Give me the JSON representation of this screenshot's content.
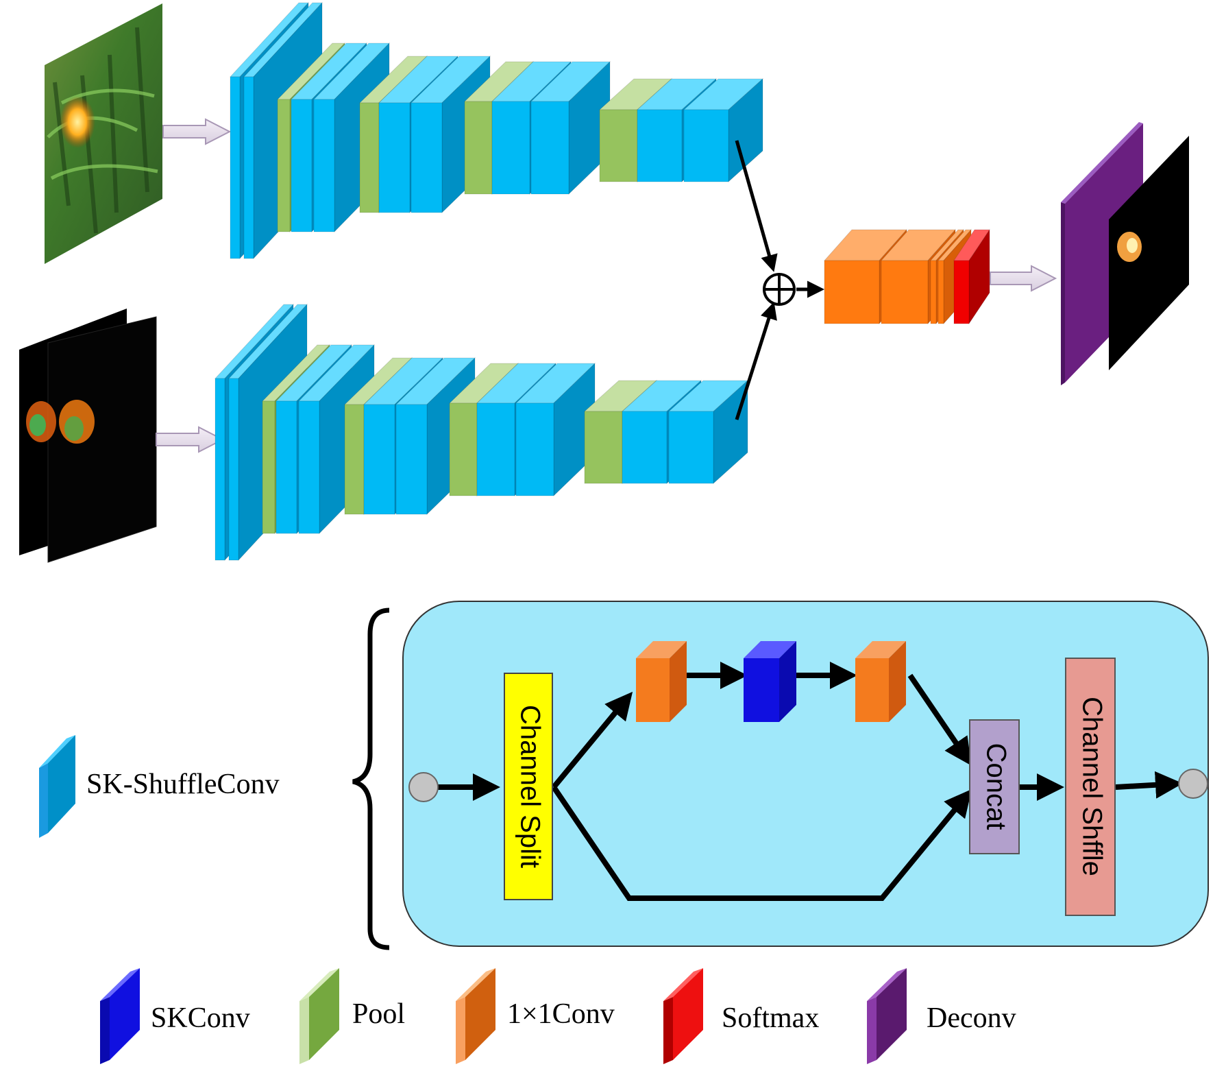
{
  "legend": {
    "sk_shuffleconv": "SK-ShuffleConv",
    "items": [
      {
        "label": "SKConv",
        "color": "#1010e0"
      },
      {
        "label": "Pool",
        "color": "#8fbf5a"
      },
      {
        "label": "1×1Conv",
        "color": "#f47b1e"
      },
      {
        "label": "Softmax",
        "color": "#ee1010"
      },
      {
        "label": "Deconv",
        "color": "#6a1f8a"
      }
    ]
  },
  "block": {
    "channel_split": "Channel Split",
    "concat": "Concat",
    "channel_shuffle": "Channel Shffle"
  },
  "colors": {
    "conv": "#00baf5",
    "pool": "#96c35e",
    "conv1x1": "#ff7a10",
    "softmax": "#f00000",
    "deconv": "#6a1f80",
    "panel": "#a0e8fa",
    "split": "#ffff00",
    "concat": "#b2a0cc",
    "shuffle": "#e79a92"
  }
}
